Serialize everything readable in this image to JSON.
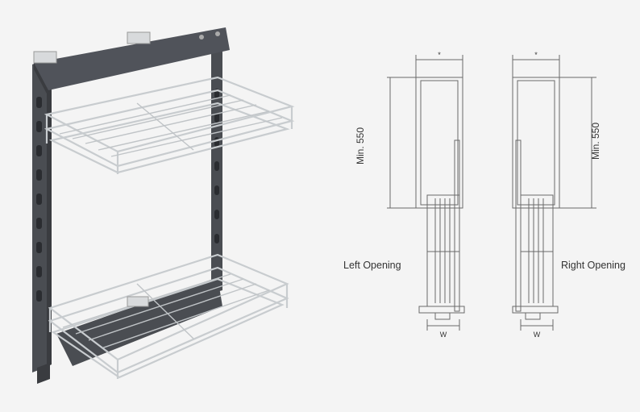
{
  "diagram": {
    "left_drawing": {
      "label": "Left Opening",
      "height_label": "Min. 550",
      "width_label": "W",
      "top_dim_label": "*"
    },
    "right_drawing": {
      "label": "Right Opening",
      "height_label": "Min. 550",
      "width_label": "W",
      "top_dim_label": "*"
    },
    "colors": {
      "frame": "#4a4d52",
      "wire": "#c8cccf",
      "line": "#6a6a6a",
      "background": "#f4f4f4"
    }
  }
}
